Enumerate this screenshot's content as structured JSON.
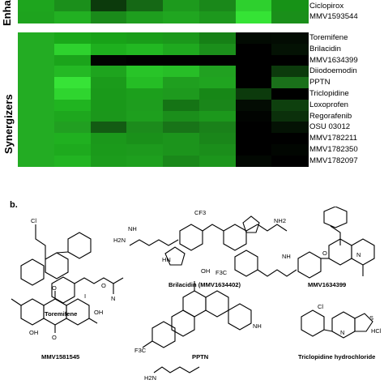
{
  "panel_a": {
    "groups": [
      {
        "label": "Enha",
        "rows": [
          "Ciclopirox",
          "MMV1593544"
        ],
        "colors": [
          [
            "#1ea51e",
            "#1b8f1b",
            "#0c3a0c",
            "#156815",
            "#1d9a1d",
            "#1a881a",
            "#2ed02e",
            "#179217"
          ],
          [
            "#1ea31e",
            "#22b022",
            "#1a8a1a",
            "#1e9e1e",
            "#20a620",
            "#1d981d",
            "#35e335",
            "#1a8f1a"
          ]
        ]
      },
      {
        "label": "Synergizers",
        "rows": [
          "Toremifene",
          "Brilacidin",
          "MMV1634399",
          "Diiodoemodin",
          "PPTN",
          "Triclopidine",
          "Loxoprofen",
          "Regorafenib",
          "OSU 03012",
          "MMV1782211",
          "MMV1782350",
          "MMV1782097"
        ],
        "colors": [
          [
            "#23ac23",
            "#1aa81a",
            "#18a218",
            "#199d19",
            "#1b981b",
            "#168016",
            "#020a02",
            "#030c03"
          ],
          [
            "#23ac23",
            "#2ed22e",
            "#1eb01e",
            "#22b822",
            "#1fa91f",
            "#1b8f1b",
            "#000000",
            "#041204"
          ],
          [
            "#23ac23",
            "#1ba41b",
            "#010401",
            "#000000",
            "#000000",
            "#000000",
            "#000000",
            "#000000"
          ],
          [
            "#23ac23",
            "#24b924",
            "#1ea41e",
            "#28c428",
            "#27be27",
            "#21a121",
            "#000000",
            "#0c3a0c"
          ],
          [
            "#23ac23",
            "#37e337",
            "#1b9b1b",
            "#25bd25",
            "#1f9f1f",
            "#20a420",
            "#000000",
            "#1a701a"
          ],
          [
            "#23ac23",
            "#2fd52f",
            "#1a991a",
            "#1c9f1c",
            "#1e9a1e",
            "#178717",
            "#0c3a0c",
            "#000000"
          ],
          [
            "#23ac23",
            "#20b420",
            "#1a981a",
            "#1e9d1e",
            "#157415",
            "#1a861a",
            "#030c03",
            "#0e400e"
          ],
          [
            "#23ac23",
            "#1ea71e",
            "#1b971b",
            "#1e9f1e",
            "#1b8e1b",
            "#1c981c",
            "#010401",
            "#0b300b"
          ],
          [
            "#23ac23",
            "#219f21",
            "#135b13",
            "#1c8b1c",
            "#187418",
            "#1a811a",
            "#000000",
            "#041204"
          ],
          [
            "#23ac23",
            "#20b020",
            "#1b981b",
            "#1a901a",
            "#1c941c",
            "#1a861a",
            "#000000",
            "#000000"
          ],
          [
            "#23ac23",
            "#1eaa1e",
            "#1b9a1b",
            "#1d9a1d",
            "#1c941c",
            "#1b8e1b",
            "#000000",
            "#010601"
          ],
          [
            "#23ac23",
            "#22b422",
            "#1c9c1c",
            "#1e9f1e",
            "#1a881a",
            "#1c951c",
            "#020802",
            "#000000"
          ]
        ]
      }
    ]
  },
  "panel_b": {
    "label": "b.",
    "compounds": [
      {
        "name": "Toremifene"
      },
      {
        "name": "Brilacidin (MMV1634402)"
      },
      {
        "name": "MMV1634399"
      },
      {
        "name": "MMV1581545"
      },
      {
        "name": "PPTN"
      },
      {
        "name": "Triclopidine hydrochloride"
      }
    ],
    "atoms": {
      "cl": "Cl",
      "n": "N",
      "nh": "NH",
      "nh2": "NH2",
      "hn": "HN",
      "h2n": "H2N",
      "o": "O",
      "oh": "OH",
      "i": "I",
      "cf3": "CF3",
      "f3c": "F3C",
      "hcl": "HCl",
      "s": "S",
      "h": "H"
    }
  }
}
